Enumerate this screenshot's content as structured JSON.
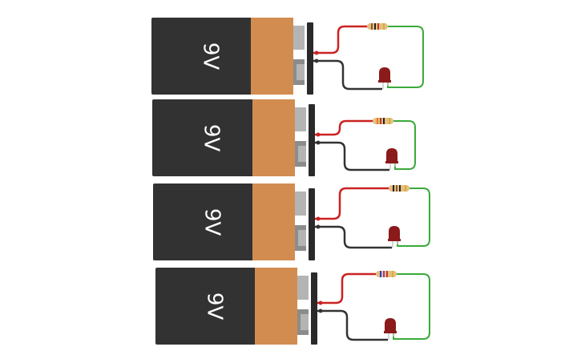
{
  "canvas": {
    "background": "#ffffff"
  },
  "colors": {
    "battery_body": "#323232",
    "battery_band": "#d28c50",
    "terminal": "#b4b4b4",
    "terminal_dark": "#8c8c8c",
    "clip": "#2a2a2a",
    "wire_positive": "#cc2222",
    "wire_negative": "#333333",
    "wire_loop": "#3aaa3a",
    "led": "#8b1a1a",
    "led_leg": "#c8c8c8",
    "resistor_body": "#e6be82"
  },
  "circuits": [
    {
      "battery_label": "9V",
      "resistor_bands": [
        "#8b5a2b",
        "#222222",
        "#c0392b",
        "#d4af37"
      ]
    },
    {
      "battery_label": "9V",
      "resistor_bands": [
        "#e67e22",
        "#c0392b",
        "#222222",
        "#d4af37"
      ]
    },
    {
      "battery_label": "9V",
      "resistor_bands": [
        "#222222",
        "#8b5a2b",
        "#222222",
        "#d4af37"
      ]
    },
    {
      "battery_label": "9V",
      "resistor_bands": [
        "#2a3fbf",
        "#8e44ad",
        "#c0392b",
        "#d4af37"
      ]
    }
  ]
}
